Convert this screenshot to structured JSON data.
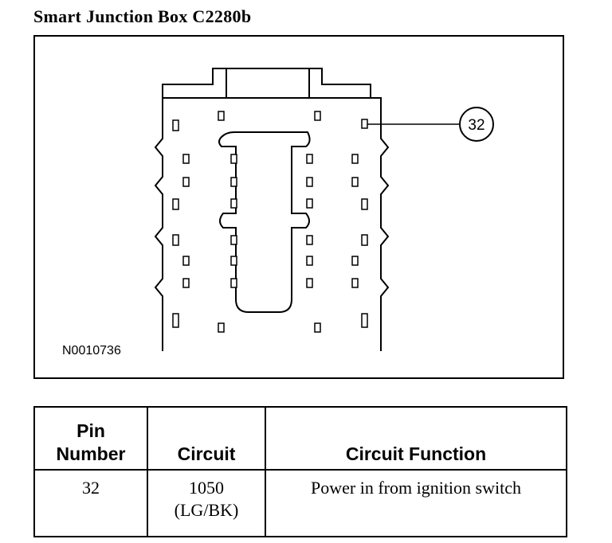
{
  "title": "Smart Junction Box C2280b",
  "diagram": {
    "figure_id": "N0010736",
    "callout": "32"
  },
  "table": {
    "headers": {
      "pin_line1": "Pin",
      "pin_line2": "Number",
      "circuit": "Circuit",
      "function": "Circuit Function"
    },
    "rows": [
      {
        "pin": "32",
        "circuit_line1": "1050",
        "circuit_line2": "(LG/BK)",
        "function": "Power in from ignition switch"
      }
    ]
  }
}
